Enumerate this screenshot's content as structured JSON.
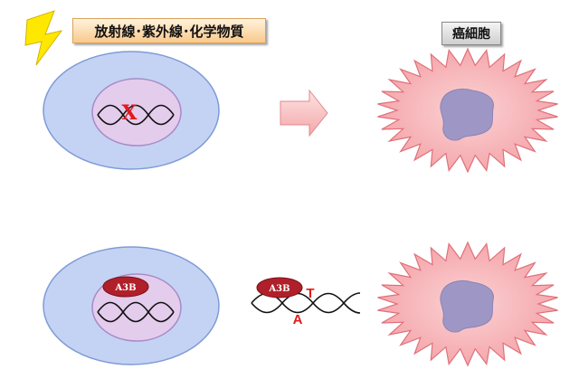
{
  "top_label": "放射線･紫外線･化学物質",
  "cancer_label": "癌細胞",
  "protein_label": "A3B",
  "mutation_marks": {
    "x": "X",
    "upper_base": "T",
    "lower_base": "A"
  },
  "icons": {
    "lightning": "lightning-bolt-icon",
    "arrow": "right-arrow-icon"
  },
  "colors": {
    "cell_fill": "#c4d3f4",
    "cell_stroke": "#7f9bd6",
    "nucleus_fill": "#e4ccec",
    "nucleus_stroke": "#a78bc7",
    "cancer_fill": "#f7b9bd",
    "cancer_stroke": "#e0707a",
    "cancer_nucleus": "#9e97c6",
    "protein_fill": "#b0202a",
    "mutation_red": "#e01b1b",
    "lightning_fill": "#ffe800"
  }
}
